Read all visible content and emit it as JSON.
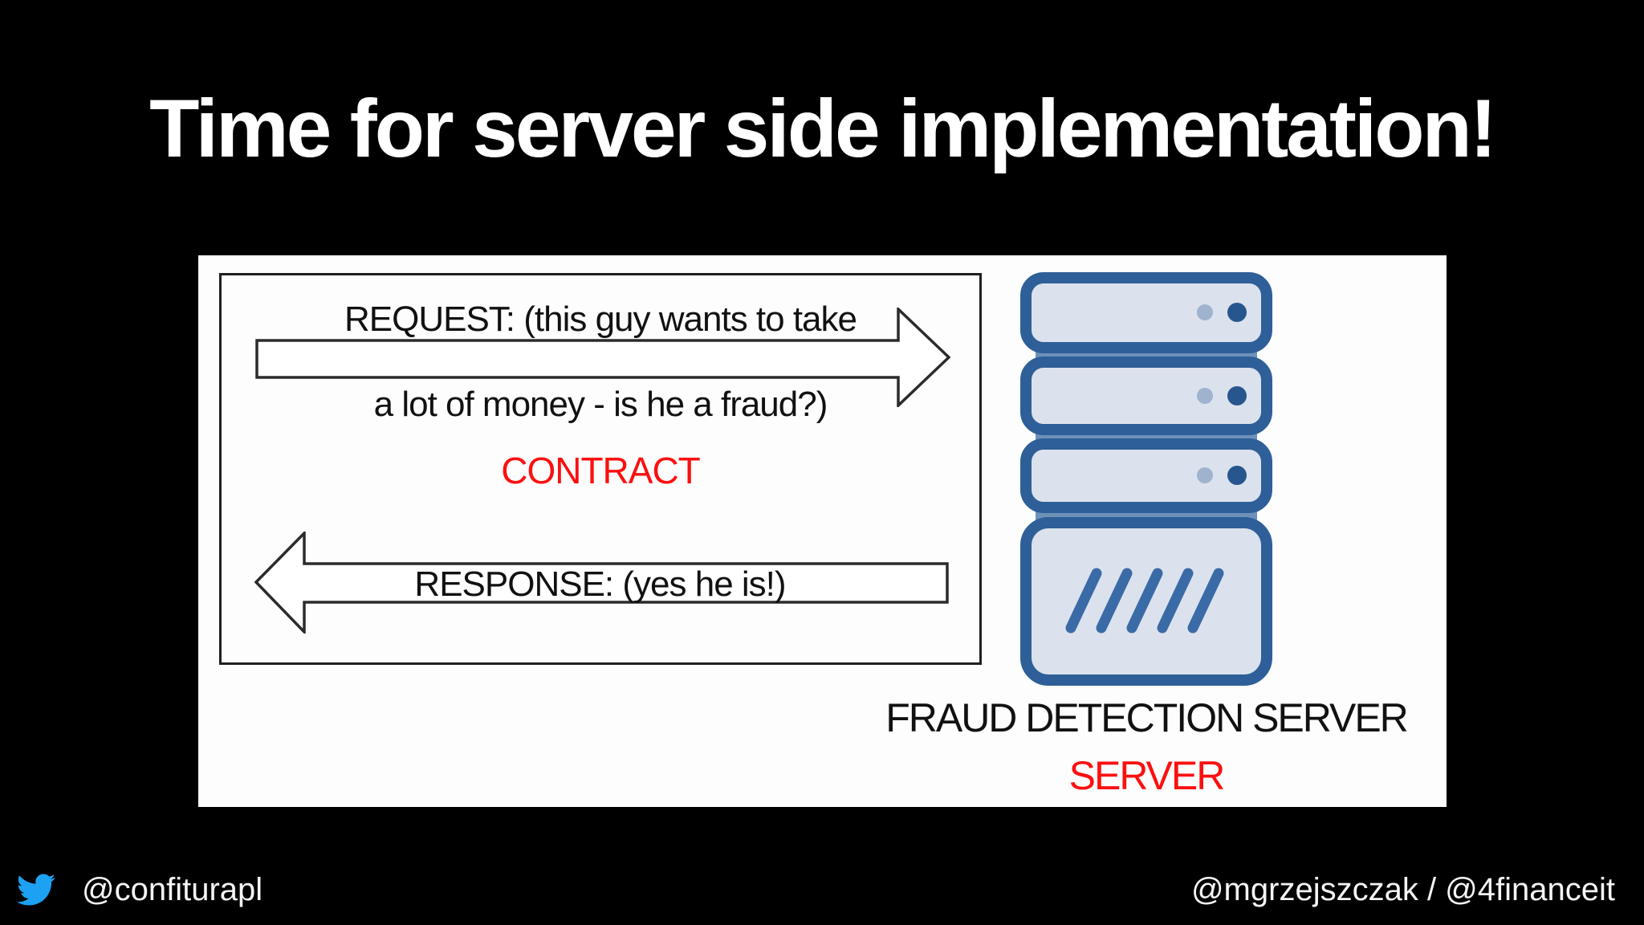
{
  "title": {
    "text": "Time for server side implementation!"
  },
  "diagram": {
    "request_arrow_line1": "REQUEST: (this guy wants to take",
    "request_arrow_line2": "a lot of money - is he a fraud?)",
    "contract_label": "CONTRACT",
    "response_label": "RESPONSE: (yes he is!)",
    "request_arrow_direction": "right",
    "response_arrow_direction": "left",
    "server_icon": "server-rack-icon",
    "server_caption_line1": "FRAUD DETECTION SERVER",
    "server_caption_line2": "SERVER"
  },
  "footer": {
    "twitter_icon": "twitter-bird-icon",
    "left_handle": "@confiturapl",
    "right_handles": "@mgrzejszczak / @4financeit"
  },
  "colors": {
    "accent_red": "#fb1010",
    "server_outline_blue": "#2e5f98",
    "server_fill": "#dbe2ed",
    "server_band": "#6e91b9",
    "server_dot_light": "#9fb3cf",
    "server_dot_dark": "#27568e",
    "twitter_blue": "#1da1f2",
    "slide_background": "#000000",
    "panel_background": "#fdfdfd",
    "diagram_text": "#111111"
  }
}
